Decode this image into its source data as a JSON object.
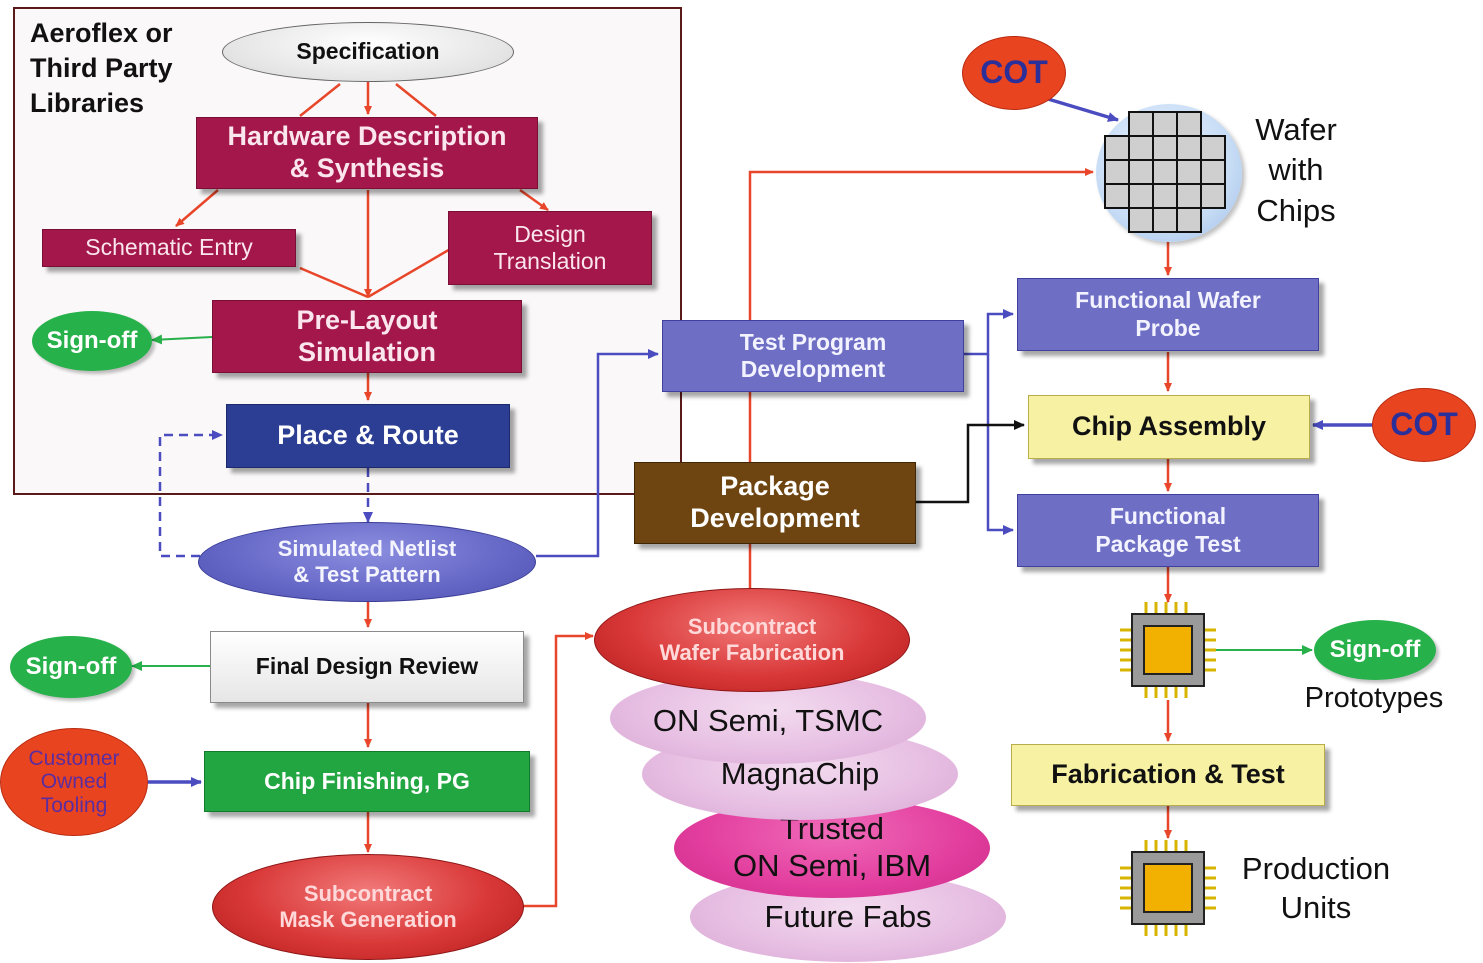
{
  "libraries_label": "Aeroflex or\nThird Party\nLibraries",
  "nodes": {
    "specification": "Specification",
    "hdl_synthesis": "Hardware Description\n& Synthesis",
    "schematic_entry": "Schematic Entry",
    "design_translation": "Design\nTranslation",
    "pre_layout_simulation": "Pre-Layout\nSimulation",
    "place_route": "Place & Route",
    "simulated_netlist": "Simulated Netlist\n& Test Pattern",
    "final_design_review": "Final Design Review",
    "chip_finishing": "Chip Finishing, PG",
    "subcontract_mask": "Subcontract\nMask Generation",
    "customer_owned_tooling": "Customer\nOwned\nTooling",
    "test_program_development": "Test Program\nDevelopment",
    "package_development": "Package\nDevelopment",
    "subcontract_wafer": "Subcontract\nWafer Fabrication",
    "foundries": [
      "ON Semi, TSMC",
      "MagnaChip",
      "Trusted\nON Semi, IBM",
      "Future Fabs"
    ],
    "cot_top": "COT",
    "cot_right": "COT",
    "wafer_label": "Wafer\nwith\nChips",
    "functional_wafer_probe": "Functional Wafer\nProbe",
    "chip_assembly": "Chip Assembly",
    "functional_package_test": "Functional\nPackage Test",
    "prototypes_label": "Prototypes",
    "fabrication_test": "Fabrication & Test",
    "production_units_label": "Production\nUnits"
  },
  "signoffs": [
    "Sign-off",
    "Sign-off",
    "Sign-off"
  ],
  "colors": {
    "maroon": "#a3174a",
    "navy": "#2c3e93",
    "violet": "#6d6ec4",
    "brown": "#6e4511",
    "green": "#22a641",
    "yellow": "#f7f1a3",
    "red_arrow": "#e8462a",
    "blue_arrow": "#5a5cc8",
    "green_arrow": "#28b04a",
    "cot_red": "#e94420"
  },
  "icons": [
    "wafer-grid-icon",
    "chip-icon"
  ]
}
